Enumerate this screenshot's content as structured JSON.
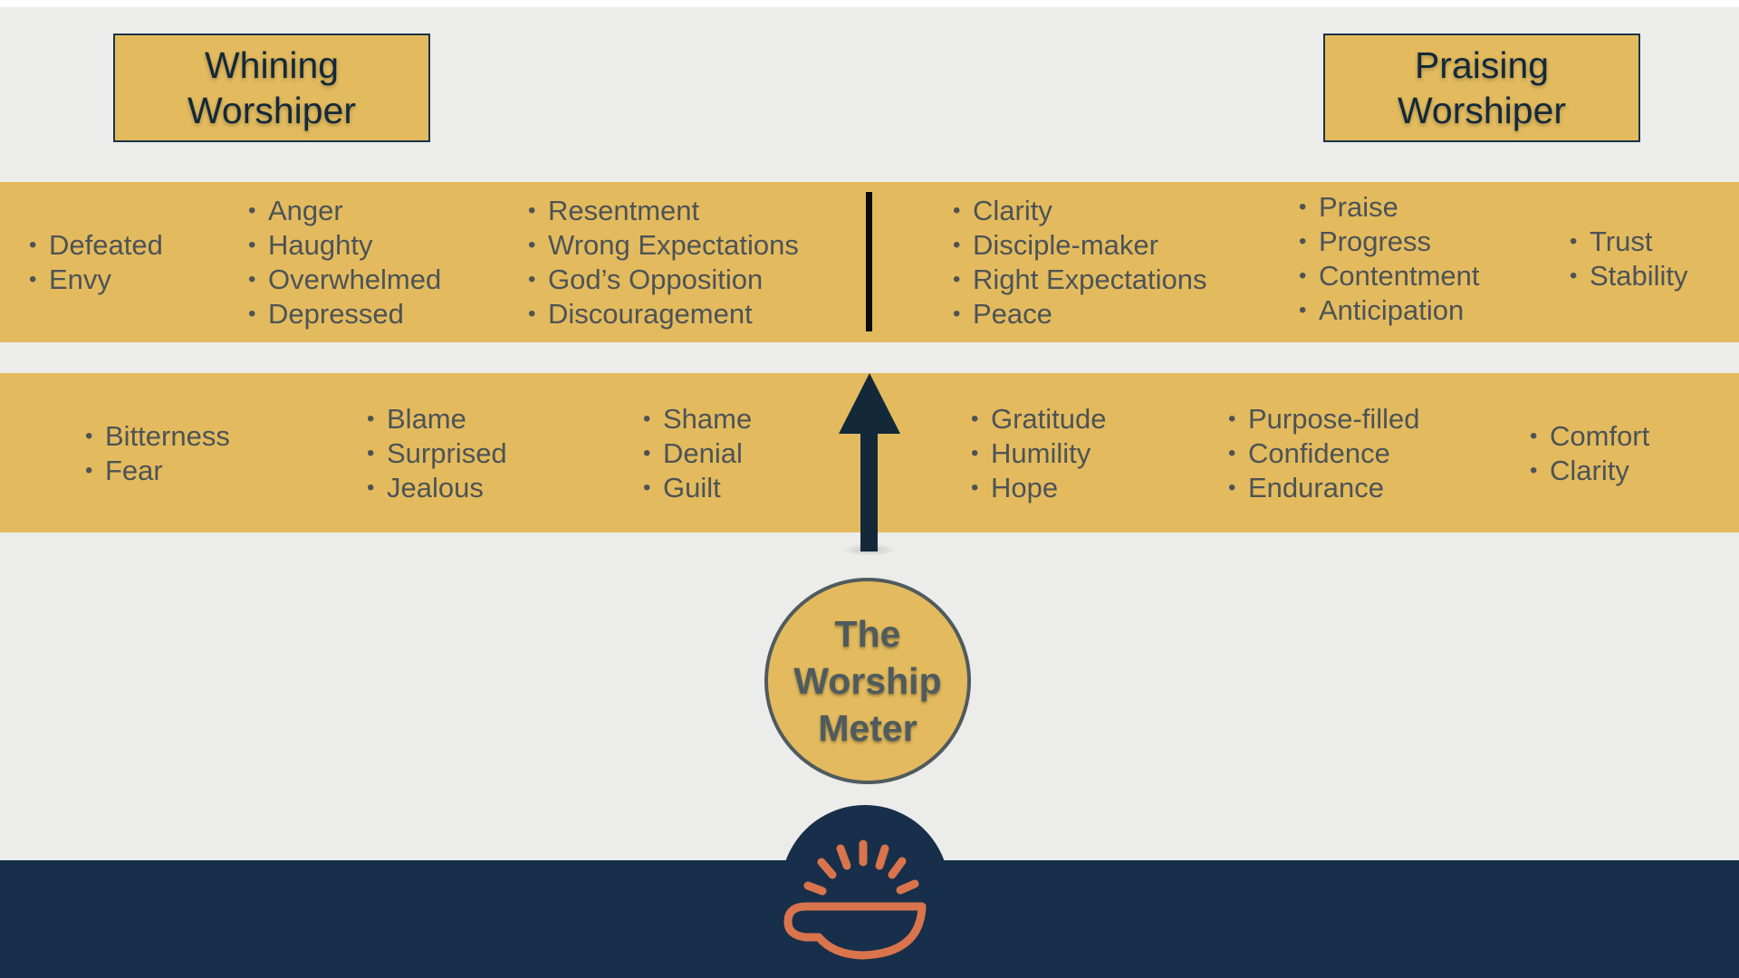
{
  "titles": {
    "left": "Whining\nWorshiper",
    "right": "Praising\nWorshiper"
  },
  "top_band": {
    "col1": [
      "Defeated",
      "Envy"
    ],
    "col2": [
      "Anger",
      "Haughty",
      "Overwhelmed",
      "Depressed"
    ],
    "col3": [
      "Resentment",
      "Wrong Expectations",
      "God’s Opposition",
      "Discouragement"
    ],
    "col4": [
      "Clarity",
      "Disciple-maker",
      "Right Expectations",
      "Peace"
    ],
    "col5": [
      "Praise",
      "Progress",
      "Contentment",
      "Anticipation"
    ],
    "col6": [
      "Trust",
      "Stability"
    ]
  },
  "bottom_band": {
    "col1": [
      "Bitterness",
      "Fear"
    ],
    "col2": [
      "Blame",
      "Surprised",
      "Jealous"
    ],
    "col3": [
      "Shame",
      "Denial",
      "Guilt"
    ],
    "col4": [
      "Gratitude",
      "Humility",
      "Hope"
    ],
    "col5": [
      "Purpose-filled",
      "Confidence",
      "Endurance"
    ],
    "col6": [
      "Comfort",
      "Clarity"
    ]
  },
  "meter_label": "The Worship Meter",
  "colors": {
    "gold": "#e3bb5e",
    "navy": "#172f4a",
    "background": "#ececea",
    "logo": "#d9744c"
  },
  "icons": {
    "logo": "coffee-cup-with-rays-icon",
    "arrow": "up-arrow-icon"
  }
}
